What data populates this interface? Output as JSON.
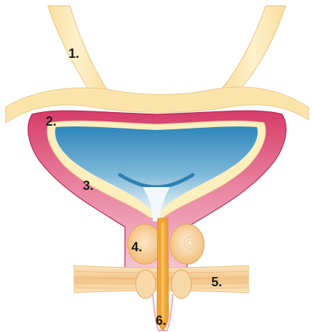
{
  "labels": {
    "ureter": "1.",
    "bladder_lining": "2.",
    "bladder_wall": "3.",
    "prostate": "4.",
    "pelvic_floor": "5.",
    "urethra": "6."
  },
  "colors": {
    "ureter_fill": "#fbe6b0",
    "ureter_stroke": "#e9c98a",
    "wall_outer": "#d9426e",
    "wall_inner": "#f0a8bc",
    "lining": "#fbeeb8",
    "lumen_dark": "#3f97c7",
    "lumen_light": "#e6f2f8",
    "prostate": "#f6c98a",
    "urethra": "#f2a535",
    "muscle": "#f9dcae"
  }
}
